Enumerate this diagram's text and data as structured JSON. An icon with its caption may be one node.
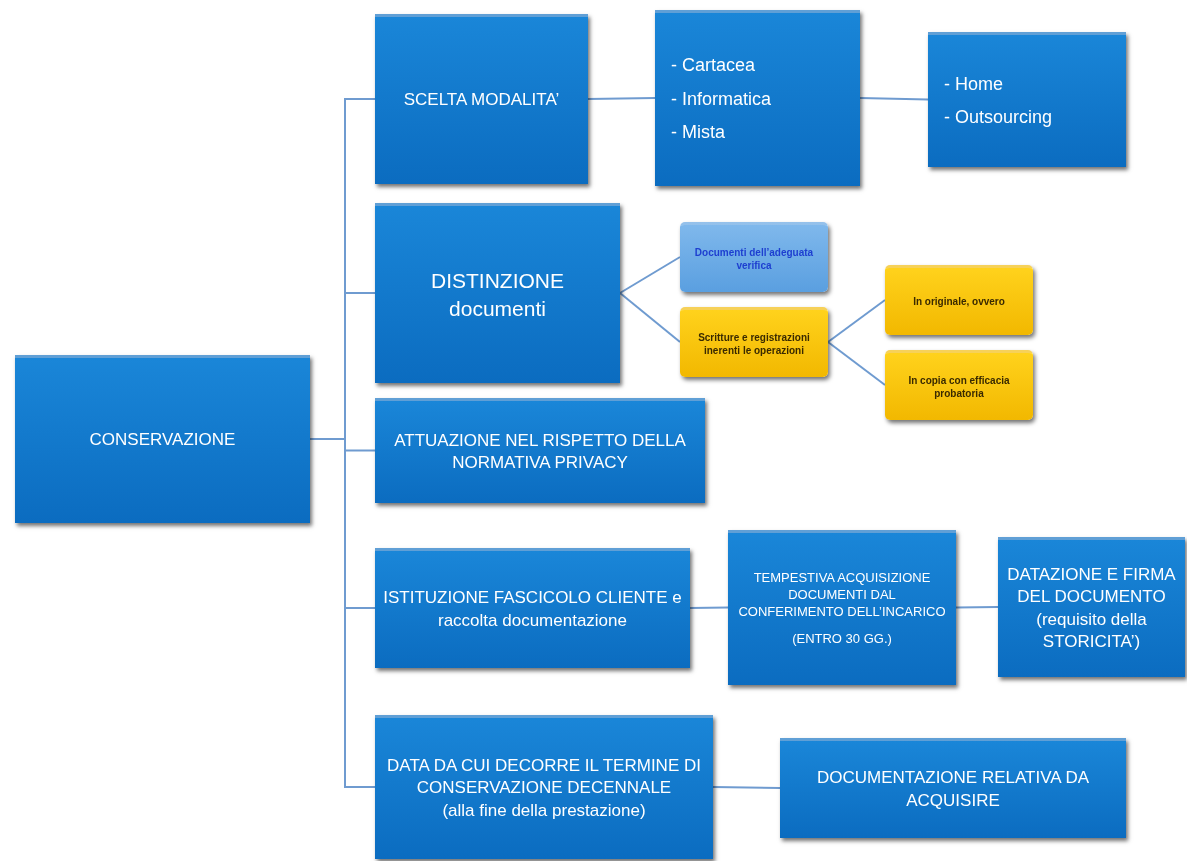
{
  "diagram": {
    "nodes": [
      {
        "text": [
          "CONSERVAZIONE"
        ]
      },
      {
        "text": [
          "SCELTA MODALITA’"
        ]
      },
      {
        "text": [
          "- Cartacea",
          "- Informatica",
          "- Mista"
        ]
      },
      {
        "text": [
          "- Home",
          "- Outsourcing"
        ]
      },
      {
        "text": [
          "DISTINZIONE documenti"
        ]
      },
      {
        "text": [
          "Documenti dell’adeguata verifica"
        ]
      },
      {
        "text": [
          "Scritture e registrazioni inerenti le operazioni"
        ]
      },
      {
        "text": [
          "In originale, ovvero"
        ]
      },
      {
        "text": [
          "In copia con efficacia probatoria"
        ]
      },
      {
        "text": [
          "ATTUAZIONE NEL RISPETTO DELLA NORMATIVA PRIVACY"
        ]
      },
      {
        "text": [
          "ISTITUZIONE FASCICOLO CLIENTE e raccolta documentazione"
        ]
      },
      {
        "text": [
          "TEMPESTIVA ACQUISIZIONE DOCUMENTI DAL CONFERIMENTO DELL’INCARICO",
          "(ENTRO 30 GG.)"
        ]
      },
      {
        "text": [
          "DATAZIONE E FIRMA DEL DOCUMENTO (requisito della STORICITA’)"
        ]
      },
      {
        "text": [
          "DATA DA CUI DECORRE IL TERMINE DI CONSERVAZIONE DECENNALE",
          "(alla fine della prestazione)"
        ]
      },
      {
        "text": [
          "DOCUMENTAZIONE  RELATIVA DA ACQUISIRE"
        ]
      }
    ],
    "edges": [
      {
        "from": 0,
        "to": 1,
        "arrow": "none"
      },
      {
        "from": 0,
        "to": 4,
        "arrow": "none"
      },
      {
        "from": 0,
        "to": 9,
        "arrow": "none"
      },
      {
        "from": 0,
        "to": 10,
        "arrow": "none"
      },
      {
        "from": 0,
        "to": 13,
        "arrow": "none"
      },
      {
        "from": 1,
        "to": 2,
        "arrow": "none"
      },
      {
        "from": 2,
        "to": 3,
        "arrow": "none"
      },
      {
        "from": 4,
        "to": 5,
        "arrow": "none"
      },
      {
        "from": 4,
        "to": 6,
        "arrow": "none"
      },
      {
        "from": 6,
        "to": 7,
        "arrow": "none"
      },
      {
        "from": 6,
        "to": 8,
        "arrow": "none"
      },
      {
        "from": 10,
        "to": 11,
        "arrow": "none"
      },
      {
        "from": 11,
        "to": 12,
        "arrow": "none"
      },
      {
        "from": 13,
        "to": 14,
        "arrow": "none"
      }
    ]
  }
}
